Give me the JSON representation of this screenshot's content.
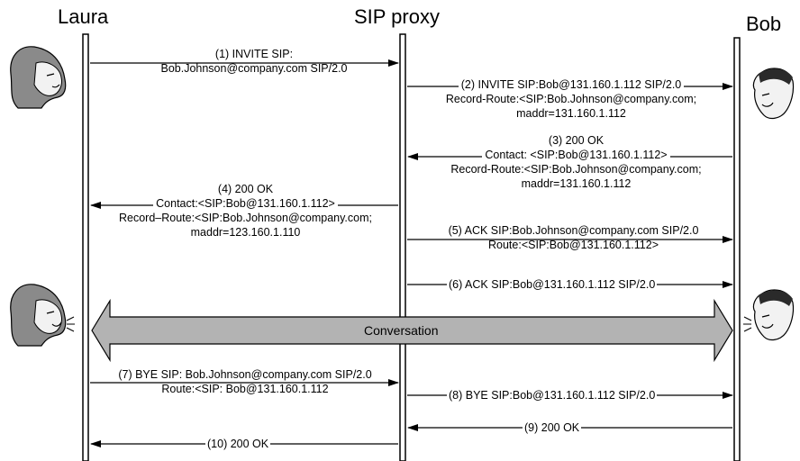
{
  "actors": {
    "laura": "Laura",
    "proxy": "SIP proxy",
    "bob": "Bob"
  },
  "messages": {
    "m1": [
      "(1) INVITE SIP:",
      "Bob.Johnson@company.com SIP/2.0"
    ],
    "m2": [
      "(2) INVITE SIP:Bob@131.160.1.112 SIP/2.0",
      "Record-Route:<SIP:Bob.Johnson@company.com;",
      "maddr=131.160.1.112"
    ],
    "m3": [
      "(3) 200 OK",
      "Contact: <SIP:Bob@131.160.1.112>",
      "Record-Route:<SIP:Bob.Johnson@company.com;",
      "maddr=131.160.1.112"
    ],
    "m4": [
      "(4) 200 OK",
      "Contact:<SIP:Bob@131.160.1.112>",
      "Record–Route:<SIP:Bob.Johnson@company.com;",
      "maddr=123.160.1.110"
    ],
    "m5": [
      "(5) ACK SIP:Bob.Johnson@company.com SIP/2.0",
      "Route:<SIP:Bob@131.160.1.112>"
    ],
    "m6": "(6) ACK SIP:Bob@131.160.1.112 SIP/2.0",
    "conversation": "Conversation",
    "m7": [
      "(7) BYE SIP: Bob.Johnson@company.com SIP/2.0",
      "Route:<SIP: Bob@131.160.1.112"
    ],
    "m8": "(8) BYE SIP:Bob@131.160.1.112 SIP/2.0",
    "m9": "(9) 200 OK",
    "m10": "(10) 200 OK"
  }
}
